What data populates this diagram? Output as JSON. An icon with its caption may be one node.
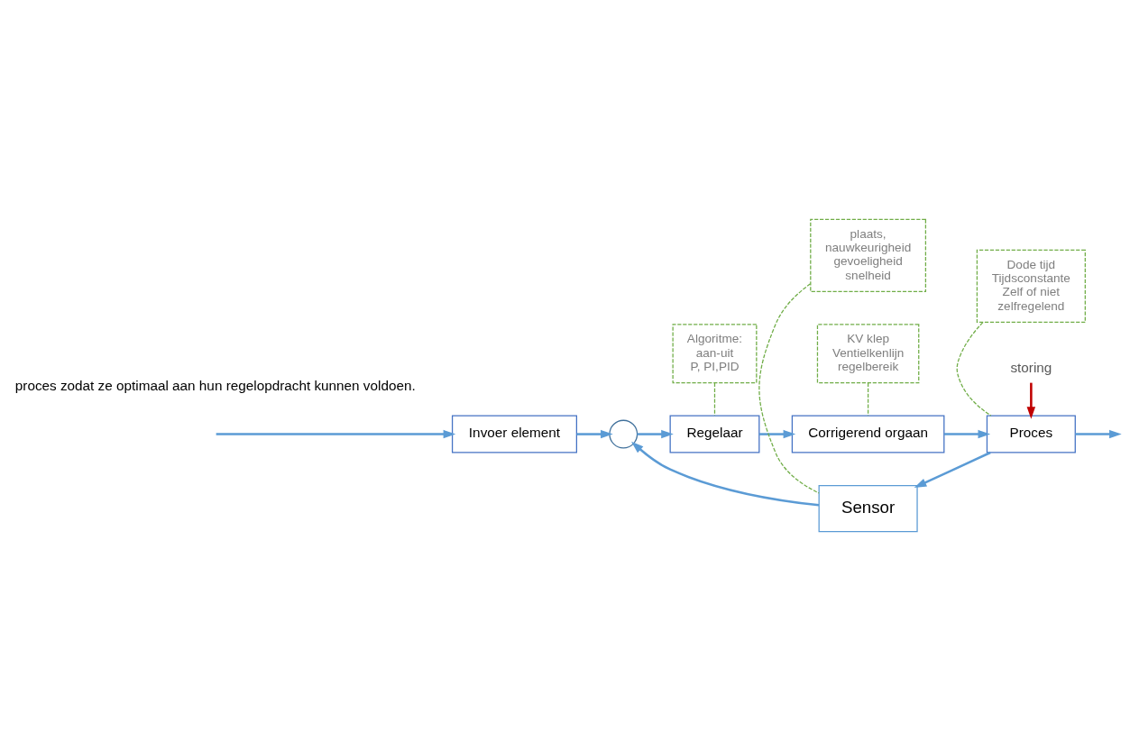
{
  "diagram": {
    "nodes": [
      {
        "text": [
          "Invoer element"
        ]
      },
      {
        "text": [],
        "shape": "circle"
      },
      {
        "text": [
          "Regelaar"
        ]
      },
      {
        "text": [
          "Corrigerend orgaan"
        ]
      },
      {
        "text": [
          "Proces"
        ]
      },
      {
        "text": [
          "Sensor"
        ]
      },
      {
        "text": [
          "Algoritme:",
          "aan-uit",
          "P, PI,PID"
        ]
      },
      {
        "text": [
          "KV klep",
          "Ventielkenlijn",
          "regelbereik"
        ]
      },
      {
        "text": [
          "Dode tijd",
          "Tijdsconstante",
          "Zelf of niet",
          "zelfregelend"
        ]
      },
      {
        "text": [
          "plaats,",
          "nauwkeurigheid",
          "gevoeligheid",
          "snelheid"
        ]
      },
      {
        "text": [
          "storing"
        ]
      }
    ],
    "edges": [
      {
        "from": null,
        "to": 0,
        "arrow": "to"
      },
      {
        "from": 0,
        "to": 1,
        "arrow": "to"
      },
      {
        "from": 1,
        "to": 2,
        "arrow": "to"
      },
      {
        "from": 2,
        "to": 3,
        "arrow": "to"
      },
      {
        "from": 3,
        "to": 4,
        "arrow": "to"
      },
      {
        "from": 4,
        "to": null,
        "arrow": "to"
      },
      {
        "from": 4,
        "to": 5,
        "arrow": "to"
      },
      {
        "from": 5,
        "to": 1,
        "arrow": "to"
      },
      {
        "from": 10,
        "to": 4,
        "arrow": "to",
        "color": "#c00000"
      },
      {
        "from": 6,
        "to": 2,
        "arrow": "none",
        "style": "dashed",
        "color": "#70ad47"
      },
      {
        "from": 7,
        "to": 3,
        "arrow": "none",
        "style": "dashed",
        "color": "#70ad47"
      },
      {
        "from": 8,
        "to": 4,
        "arrow": "none",
        "style": "dashed",
        "color": "#70ad47"
      },
      {
        "from": 9,
        "to": 5,
        "arrow": "none",
        "style": "dashed",
        "color": "#70ad47"
      }
    ],
    "labels": [
      "proces zodat ze optimaal aan hun regelopdracht kunnen voldoen."
    ]
  }
}
